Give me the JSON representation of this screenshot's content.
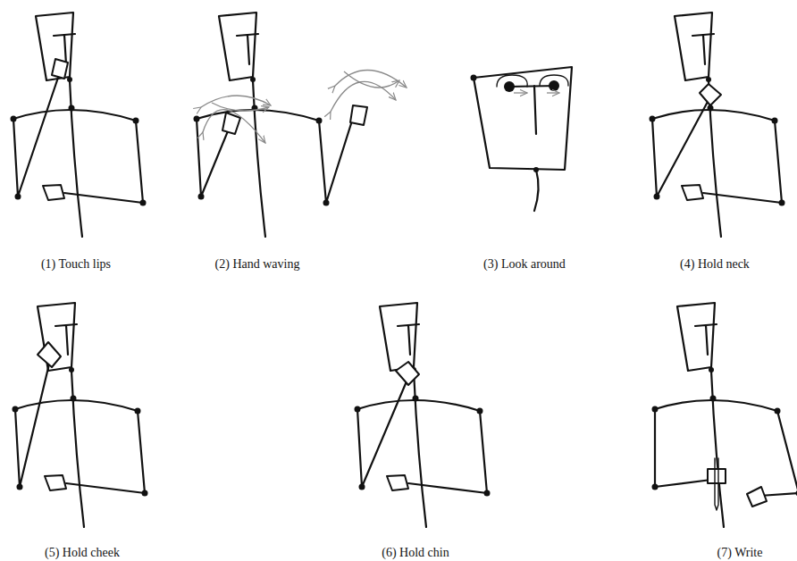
{
  "diagram": {
    "labels": [
      "(1) Touch lips",
      "(2) Hand waving",
      "(3) Look around",
      "(4) Hold neck",
      "(5) Hold cheek",
      "(6) Hold chin",
      "(7) Write"
    ]
  }
}
